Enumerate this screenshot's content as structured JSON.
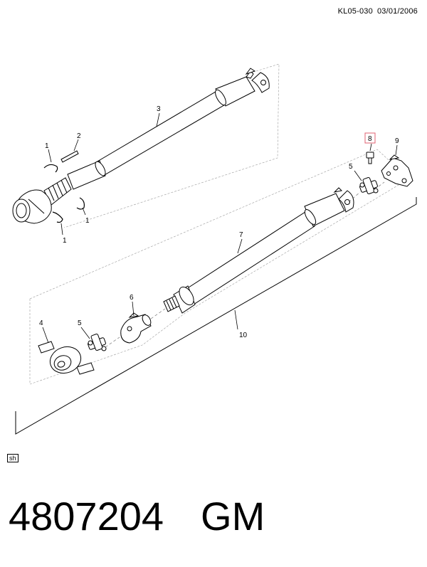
{
  "header": {
    "drawing_code": "KL05-030",
    "date": "03/01/2006"
  },
  "diagram": {
    "callouts": {
      "c1a": "1",
      "c1b": "1",
      "c1c": "1",
      "c2": "2",
      "c3": "3",
      "c4": "4",
      "c5a": "5",
      "c5b": "5",
      "c6": "6",
      "c7": "7",
      "c8": "8",
      "c9": "9",
      "c10": "10"
    },
    "highlight_color": "#e06070"
  },
  "footer": {
    "sh_label": "sh",
    "part_number": "4807204",
    "brand": "GM"
  }
}
